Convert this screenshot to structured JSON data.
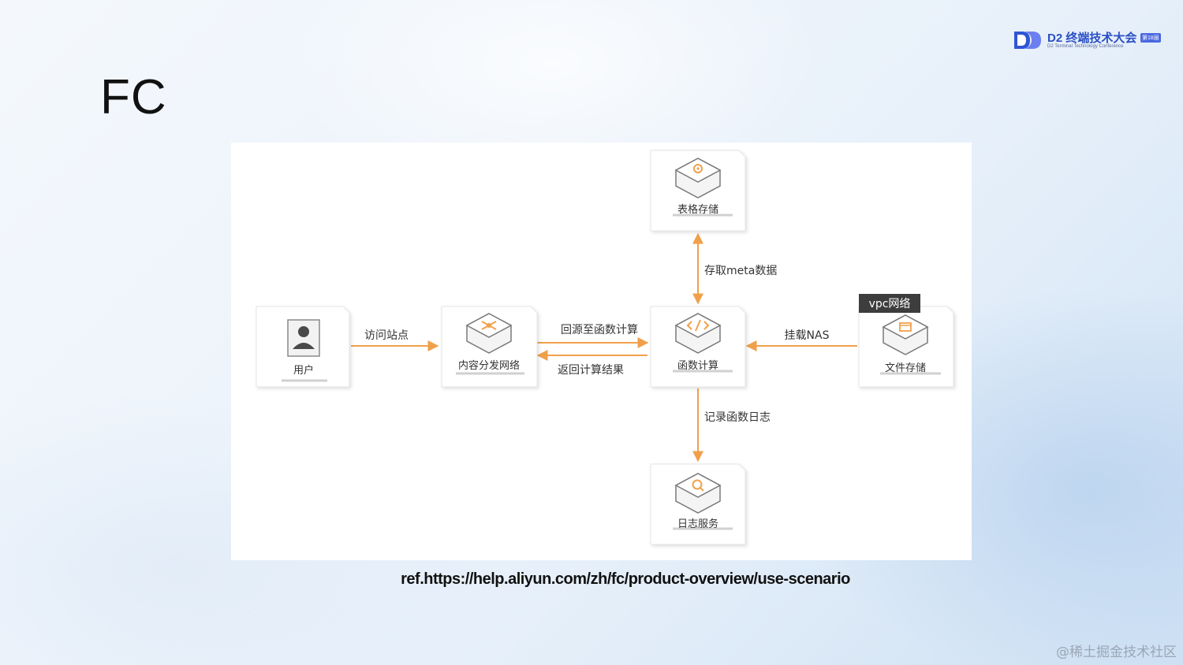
{
  "slide": {
    "title": "FC",
    "reference": "ref.https://help.aliyun.com/zh/fc/product-overview/use-scenario"
  },
  "logo": {
    "name": "D2 终端技术大会",
    "badge": "第18届",
    "subtitle": "D2 Terminal Technology Conference"
  },
  "watermark": "@稀土掘金技术社区",
  "diagram": {
    "accent_color": "#f0a04b",
    "tag_color": "#3d3d3d",
    "nodes": {
      "user": {
        "label": "用户",
        "icon": "person-icon"
      },
      "cdn": {
        "label": "内容分发网络",
        "icon": "cdn-network-icon"
      },
      "fc": {
        "label": "函数计算",
        "icon": "function-compute-icon"
      },
      "table_store": {
        "label": "表格存储",
        "icon": "table-storage-icon"
      },
      "log_service": {
        "label": "日志服务",
        "icon": "log-search-icon"
      },
      "nas": {
        "label": "文件存储",
        "icon": "file-storage-icon"
      }
    },
    "vpc_tag": "vpc网络",
    "edges": {
      "visit_site": "访问站点",
      "back_to_source": "回源至函数计算",
      "return_result": "返回计算结果",
      "meta_access": "存取meta数据",
      "record_logs": "记录函数日志",
      "mount_nas": "挂载NAS"
    }
  }
}
